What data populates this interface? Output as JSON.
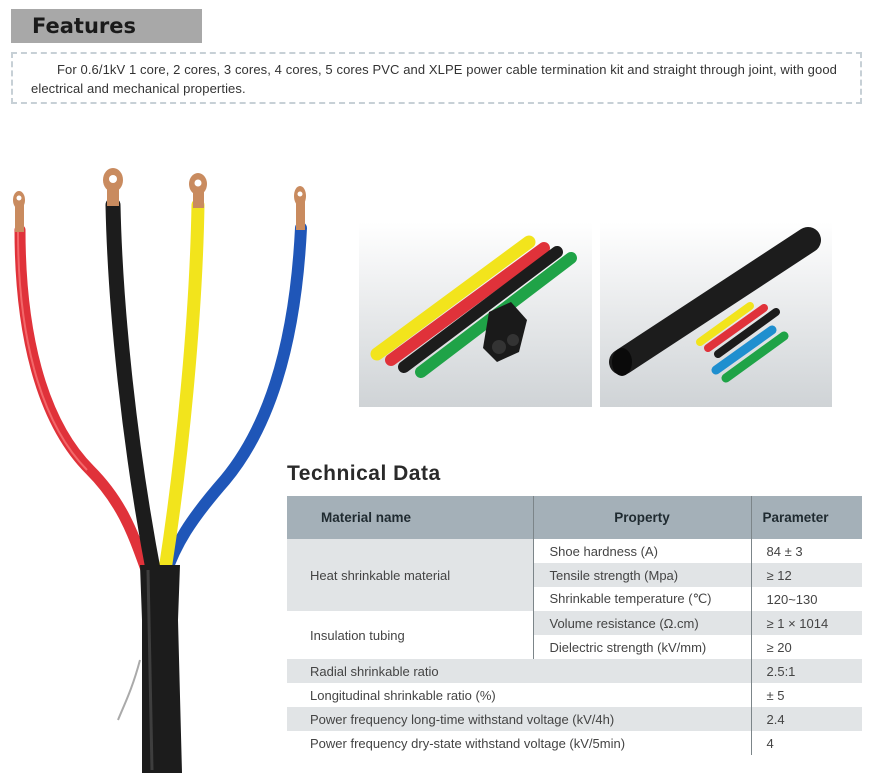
{
  "features": {
    "title": "Features",
    "description": "For 0.6/1kV 1 core, 2 cores, 3 cores, 4 cores, 5 cores PVC and XLPE power cable termination kit and straight through joint, with good electrical and mechanical properties."
  },
  "technical_data": {
    "title": "Technical Data",
    "headers": [
      "Material name",
      "Property",
      "Parameter"
    ],
    "groups": [
      {
        "material": "Heat shrinkable material",
        "rows": [
          {
            "property": "Shoe hardness (A)",
            "parameter": "84 ± 3"
          },
          {
            "property": "Tensile strength (Mpa)",
            "parameter": "≥ 12"
          },
          {
            "property": "Shrinkable temperature (℃)",
            "parameter": "120~130"
          }
        ]
      },
      {
        "material": "Insulation tubing",
        "rows": [
          {
            "property": "Volume resistance (Ω.cm)",
            "parameter": "≥ 1 × 1014"
          },
          {
            "property": "Dielectric strength (kV/mm)",
            "parameter": "≥ 20"
          }
        ]
      }
    ],
    "single_rows": [
      {
        "label": "Radial shrinkable ratio",
        "parameter": "2.5:1"
      },
      {
        "label": "Longitudinal shrinkable ratio (%)",
        "parameter": "± 5"
      },
      {
        "label": "Power frequency long-time withstand voltage (kV/4h)",
        "parameter": "2.4"
      },
      {
        "label": "Power frequency dry-state withstand voltage (kV/5min)",
        "parameter": "4"
      }
    ]
  },
  "colors": {
    "header_bg": "#a4b0b8",
    "row_grey": "#e1e4e6",
    "features_tab": "#a8a8a8",
    "wire_red": "#e0323a",
    "wire_black": "#1c1c1c",
    "wire_yellow": "#f2e41c",
    "wire_blue": "#1f56b8",
    "wire_green": "#1fa347",
    "copper_lug": "#c98b5f"
  }
}
